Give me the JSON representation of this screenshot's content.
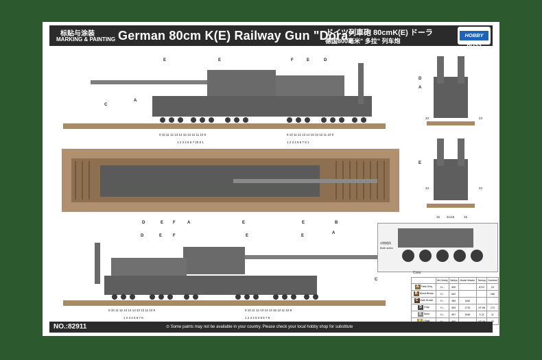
{
  "header": {
    "marking_cn": "标贴与涂装",
    "marking_en": "MARKING & PAINTING",
    "title": "German 80cm K(E) Railway Gun \"Dora\"",
    "title_jp": "ドイツ列車砲 80cmK(E) ドーラ",
    "title_cn": "德国800毫米\" 多拉\" 列车炮",
    "logo": "HOBBY BOSS"
  },
  "side_top_labels": [
    "E",
    "E",
    "F",
    "E",
    "D",
    "C",
    "A"
  ],
  "side_top_numbers": {
    "row1_left": "9  10 11 12 13   14        15  13  12 11 10  9",
    "row2_left": "1  2 3 4 5     6  7  20  8  1",
    "row1_right": "9  10 11 12 13   14       15  13 12 11 10  9",
    "row2_right": "1  2 3 4 5     6   7   8   1"
  },
  "plan_labels": [
    "D",
    "E",
    "F",
    "A",
    "E",
    "E",
    "B"
  ],
  "side_bottom_labels": [
    "D",
    "E",
    "F",
    "E",
    "E",
    "A",
    "C"
  ],
  "side_bottom_numbers": {
    "row1_left": "9  10 11 12  13    14        14  13  12 11 10  9",
    "row2_left": "1  2 3 4 5      6   7    8",
    "row1_right": "9  10 11 12  13    14      14   15  12 11 10  9",
    "row2_right": "1  2 3 4 5 3 9     6   7   8"
  },
  "front_labels": [
    "D",
    "A",
    "E"
  ],
  "front_numbers": [
    "23",
    "23",
    "23",
    "23",
    "15",
    "21/15",
    "15"
  ],
  "inset": {
    "label_cn": "对侧相同",
    "label_en": "Both sides"
  },
  "color_table": {
    "title": "Color",
    "headers": [
      "",
      "Mr.Hobby",
      "Vallejo",
      "Model Master",
      "Tamiya",
      "Humbrol"
    ],
    "rows": [
      {
        "code": "A",
        "hex": "#8a6a3a",
        "name": "Field Grey",
        "values": [
          "H...",
          "830",
          "",
          "8722",
          "15"
        ]
      },
      {
        "code": "B",
        "hex": "#7a5530",
        "name": "Wood Brown",
        "values": [
          "H...",
          "822",
          "",
          "",
          "186"
        ]
      },
      {
        "code": "C",
        "hex": "#5a3a25",
        "name": "Dark Brown",
        "values": [
          "H...",
          "984",
          "1482",
          "",
          ""
        ]
      },
      {
        "code": "D",
        "hex": "#4a4a4a",
        "name": "Gray",
        "values": [
          "H...",
          "893",
          "1715",
          "XF-56",
          "174"
        ]
      },
      {
        "code": "E",
        "hex": "#8a8a8a",
        "name": "Steel",
        "values": [
          "H...",
          "897",
          "1548",
          "X-11",
          "11"
        ]
      },
      {
        "code": "F",
        "hex": "#b89a40",
        "name": "Khaki",
        "values": [
          "H...",
          "866",
          "",
          "XF-49",
          "72"
        ]
      }
    ]
  },
  "footer": {
    "product_no": "NO.:82911",
    "note": "⊙ Some paints may not be available in your country. Please check your local hobby shop for substitute"
  }
}
